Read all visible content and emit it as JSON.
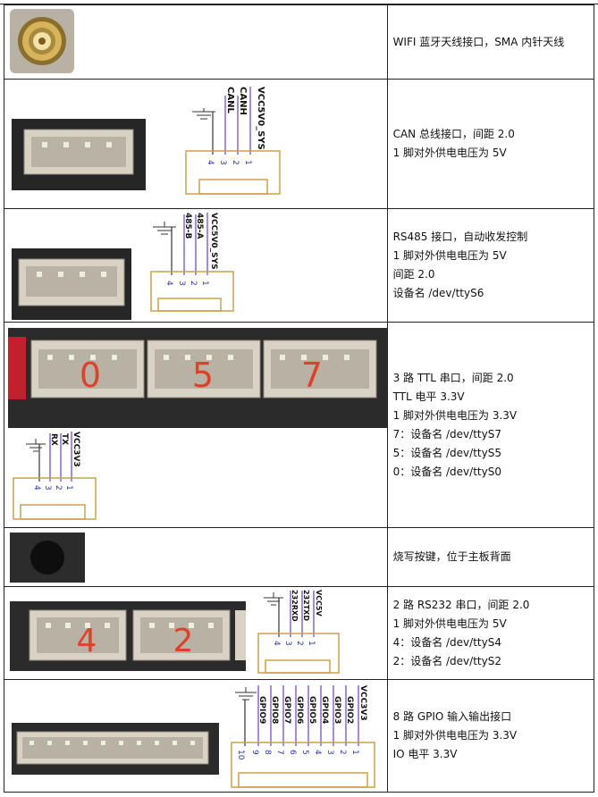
{
  "header_fragment": "",
  "rows": [
    {
      "kind": "wifi",
      "description": [
        "WIFI 蓝牙天线接口，SMA 内针天线"
      ]
    },
    {
      "kind": "can",
      "pins": [
        {
          "num": "4",
          "label": ""
        },
        {
          "num": "3",
          "label": "CANL"
        },
        {
          "num": "2",
          "label": "CANH"
        },
        {
          "num": "1",
          "label": "VCC5V0_SYS"
        }
      ],
      "description": [
        "CAN 总线接口，间距 2.0",
        "1 脚对外供电电压为 5V"
      ]
    },
    {
      "kind": "rs485",
      "pins": [
        {
          "num": "4",
          "label": ""
        },
        {
          "num": "3",
          "label": "485-B"
        },
        {
          "num": "2",
          "label": "485-A"
        },
        {
          "num": "1",
          "label": "VCC5V0_SYS"
        }
      ],
      "description": [
        "RS485 接口，自动收发控制",
        "1 脚对外供电电压为 5V",
        "间距 2.0",
        "设备名  /dev/ttyS6"
      ]
    },
    {
      "kind": "ttl",
      "port_numbers": [
        "0",
        "5",
        "7"
      ],
      "pins": [
        {
          "num": "4",
          "label": ""
        },
        {
          "num": "3",
          "label": "RX"
        },
        {
          "num": "2",
          "label": "TX"
        },
        {
          "num": "1",
          "label": "VCC3V3"
        }
      ],
      "description": [
        "3 路 TTL 串口，间距 2.0",
        "TTL 电平 3.3V",
        "1 脚对外供电电压为 3.3V",
        "7：设备名 /dev/ttyS7",
        "5：设备名 /dev/ttyS5",
        "0：设备名 /dev/ttyS0"
      ]
    },
    {
      "kind": "button",
      "description": [
        "烧写按键，位于主板背面"
      ]
    },
    {
      "kind": "rs232",
      "port_numbers": [
        "4",
        "2"
      ],
      "pins": [
        {
          "num": "4",
          "label": ""
        },
        {
          "num": "3",
          "label": "232RXD"
        },
        {
          "num": "2",
          "label": "232TXD"
        },
        {
          "num": "1",
          "label": "VCC5V"
        }
      ],
      "description": [
        "2 路 RS232 串口，间距 2.0",
        "1 脚对外供电电压为 5V",
        "4：设备名 /dev/ttyS4",
        "2：设备名 /dev/ttyS2"
      ]
    },
    {
      "kind": "gpio",
      "pins": [
        {
          "num": "10",
          "label": ""
        },
        {
          "num": "9",
          "label": "GPIO9"
        },
        {
          "num": "8",
          "label": "GPIO8"
        },
        {
          "num": "7",
          "label": "GPIO7"
        },
        {
          "num": "6",
          "label": "GPIO6"
        },
        {
          "num": "5",
          "label": "GPIO5"
        },
        {
          "num": "4",
          "label": "GPIO4"
        },
        {
          "num": "3",
          "label": "GPIO3"
        },
        {
          "num": "2",
          "label": "GPIO2"
        },
        {
          "num": "1",
          "label": "VCC3V3"
        }
      ],
      "description": [
        "8 路 GPIO 输入输出接口",
        "1 脚对外供电电压为 3.3V",
        "IO 电平 3.3V"
      ]
    }
  ],
  "colors": {
    "connector_frame": "#c9a24a",
    "pin_number": "#2a34a8",
    "port_number": "#e0402a"
  }
}
